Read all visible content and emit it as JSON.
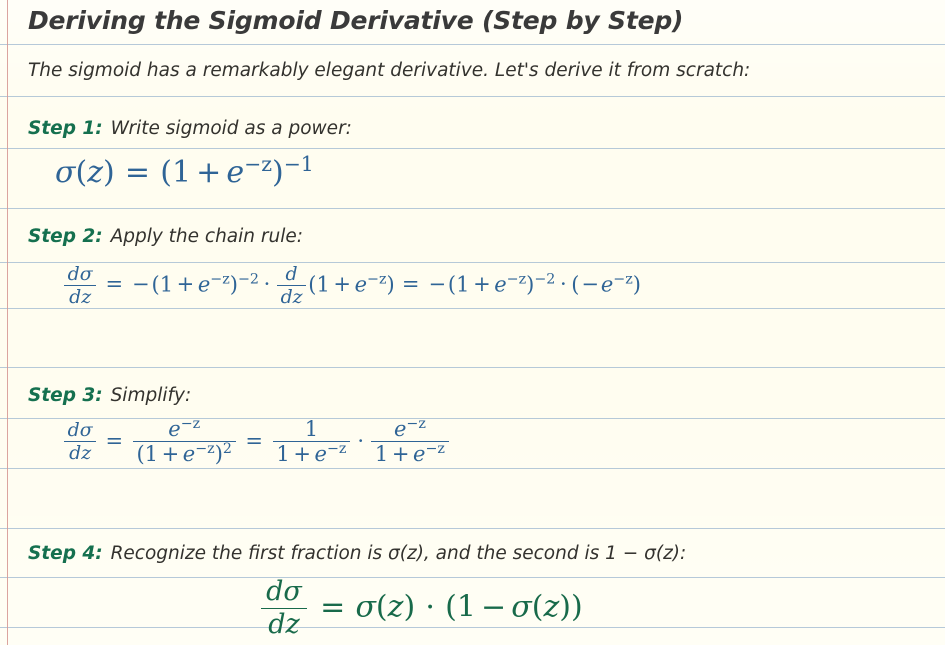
{
  "page": {
    "title": "Deriving the Sigmoid Derivative (Step by Step)",
    "intro": "The sigmoid has a remarkably elegant derivative. Let's derive it from scratch:",
    "background_color": "#fffdf0",
    "rule_line_color": "#a9c0d4",
    "margin_line_color": "#d79a96",
    "title_color": "#3a3a3a",
    "body_text_color": "#33322e",
    "step_label_color": "#15704f",
    "math_color": "#2f6496",
    "final_math_color": "#186a4a"
  },
  "steps": [
    {
      "label": "Step 1:",
      "text": "Write sigmoid as a power:",
      "equation_plain": "σ(z) = (1 + e^{-z})^{-1}"
    },
    {
      "label": "Step 2:",
      "text": "Apply the chain rule:",
      "equation_plain": "dσ/dz = -(1 + e^{-z})^{-2} · d/dz(1 + e^{-z}) = -(1 + e^{-z})^{-2} · (-e^{-z})"
    },
    {
      "label": "Step 3:",
      "text": "Simplify:",
      "equation_plain": "dσ/dz = e^{-z}/(1 + e^{-z})^2 = 1/(1 + e^{-z}) · e^{-z}/(1 + e^{-z})"
    },
    {
      "label": "Step 4:",
      "text": "Recognize the first fraction is σ(z), and the second is 1 − σ(z):",
      "equation_plain": "dσ/dz = σ(z) · (1 - σ(z))"
    }
  ],
  "math_tokens": {
    "sigma": "σ",
    "z": "z",
    "e": "e",
    "d": "d",
    "one": "1",
    "two": "2",
    "equals": "=",
    "plus": "+",
    "minus": "−",
    "cdot": "·",
    "lparen": "(",
    "rparen": ")",
    "exp_minus_one": "−1",
    "exp_minus_two": "−2",
    "exp_minus_z": "−z",
    "exp_two": "2"
  },
  "rule_lines_y": [
    44,
    96,
    148,
    208,
    262,
    308,
    367,
    418,
    468,
    528,
    577,
    627
  ]
}
